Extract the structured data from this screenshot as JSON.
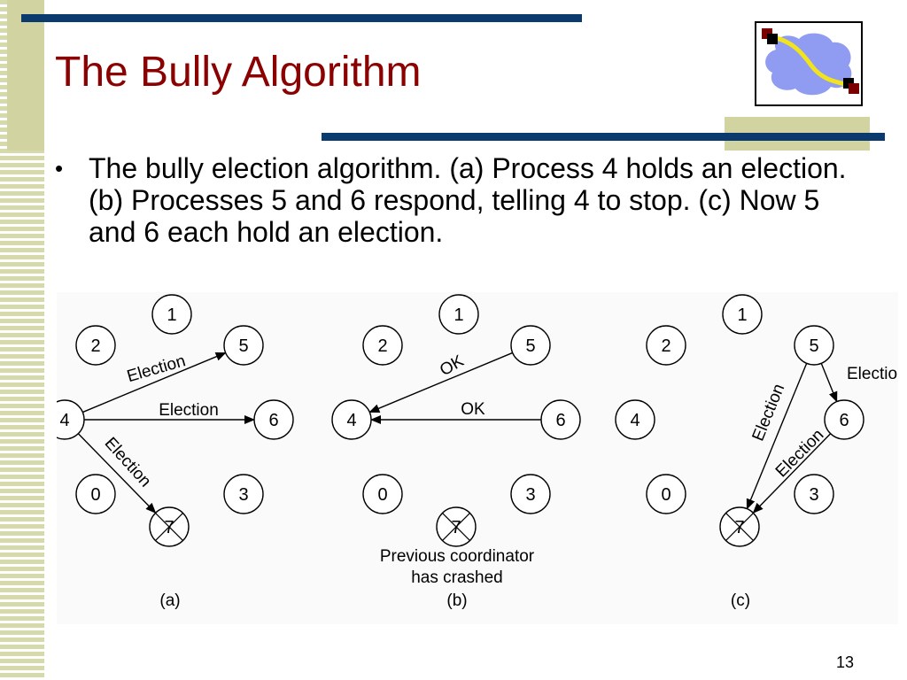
{
  "slide": {
    "title": "The Bully Algorithm",
    "bullet": "The bully election algorithm. (a) Process 4 holds an election. (b) Processes 5 and 6 respond, telling 4 to stop. (c) Now 5 and 6 each hold an election.",
    "page_number": "13"
  },
  "colors": {
    "title": "#8b0000",
    "accent_bar": "#0b3a6e",
    "olive": "#d1d4a0",
    "logo_cloud": "#8f9cf2",
    "logo_path": "#f2e31f",
    "logo_square_dark": "#7a0000"
  },
  "icons": {
    "logo": "network-cloud-icon"
  },
  "diagram": {
    "node_ids": [
      "0",
      "1",
      "2",
      "3",
      "4",
      "5",
      "6",
      "7"
    ],
    "crashed_node": "7",
    "panels": [
      {
        "caption": "(a)",
        "edges": [
          {
            "from": "4",
            "to": "5",
            "label": "Election"
          },
          {
            "from": "4",
            "to": "6",
            "label": "Election"
          },
          {
            "from": "4",
            "to": "7",
            "label": "Election"
          }
        ]
      },
      {
        "caption": "(b)",
        "crash_note": [
          "Previous coordinator",
          "has crashed"
        ],
        "edges": [
          {
            "from": "5",
            "to": "4",
            "label": "OK"
          },
          {
            "from": "6",
            "to": "4",
            "label": "OK"
          }
        ]
      },
      {
        "caption": "(c)",
        "edges": [
          {
            "from": "5",
            "to": "6",
            "label": "Election"
          },
          {
            "from": "5",
            "to": "7",
            "label": "Election"
          },
          {
            "from": "6",
            "to": "7",
            "label": "Election"
          }
        ]
      }
    ]
  }
}
